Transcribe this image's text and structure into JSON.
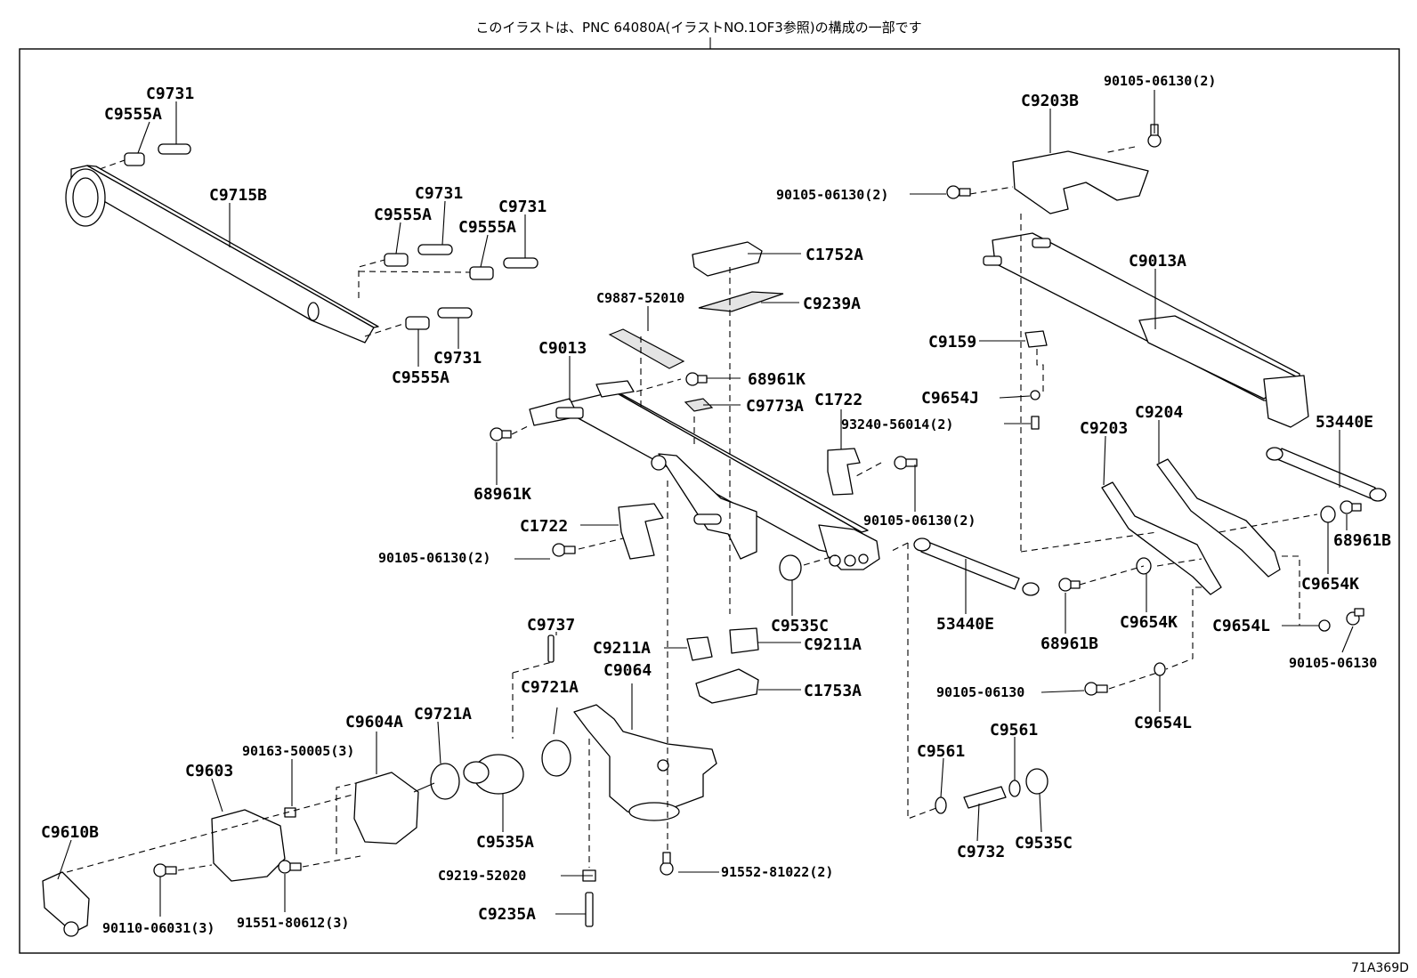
{
  "header_note": "このイラストは、PNC 64080A(イラストNO.1OF3参照)の構成の一部です",
  "drawing_code": "71A369D",
  "labels": {
    "c9731_a": "C9731",
    "c9555a_a": "C9555A",
    "c9715b": "C9715B",
    "c9731_b": "C9731",
    "c9555a_b": "C9555A",
    "c9731_c": "C9731",
    "c9555a_c": "C9555A",
    "c9731_d": "C9731",
    "c9555a_d": "C9555A",
    "c1752a": "C1752A",
    "c9887": "C9887-52010",
    "c9239a": "C9239A",
    "c9013": "C9013",
    "p68961k_a": "68961K",
    "c9773a": "C9773A",
    "c1722_a": "C1722",
    "p68961k_b": "68961K",
    "p90105_a": "90105-06130(2)",
    "c1722_b": "C1722",
    "p90105_b": "90105-06130(2)",
    "c9535c_a": "C9535C",
    "p90105_top": "90105-06130(2)",
    "c9203b": "C9203B",
    "p90105_side": "90105-06130(2)",
    "c9013a": "C9013A",
    "c9159": "C9159",
    "c9654j": "C9654J",
    "p93240": "93240-56014(2)",
    "c9203": "C9203",
    "c9204": "C9204",
    "p53440e_a": "53440E",
    "p68961b_a": "68961B",
    "c9654k_a": "C9654K",
    "p53440e_b": "53440E",
    "p68961b_b": "68961B",
    "c9654k_b": "C9654K",
    "c9654l_a": "C9654L",
    "p90105_r1": "90105-06130",
    "p90105_r2": "90105-06130",
    "c9654l_b": "C9654L",
    "c9737": "C9737",
    "c9211a_a": "C9211A",
    "c9211a_b": "C9211A",
    "c9064": "C9064",
    "c9721a_a": "C9721A",
    "c1753a": "C1753A",
    "c9604a": "C9604A",
    "c9721a_b": "C9721A",
    "p90163": "90163-50005(3)",
    "c9603": "C9603",
    "c9610b": "C9610B",
    "c9535a": "C9535A",
    "c9219": "C9219-52020",
    "p91552": "91552-81022(2)",
    "c9235a": "C9235A",
    "p90110": "90110-06031(3)",
    "p91551": "91551-80612(3)",
    "c9561_a": "C9561",
    "c9561_b": "C9561",
    "c9732": "C9732",
    "c9535c_b": "C9535C"
  }
}
